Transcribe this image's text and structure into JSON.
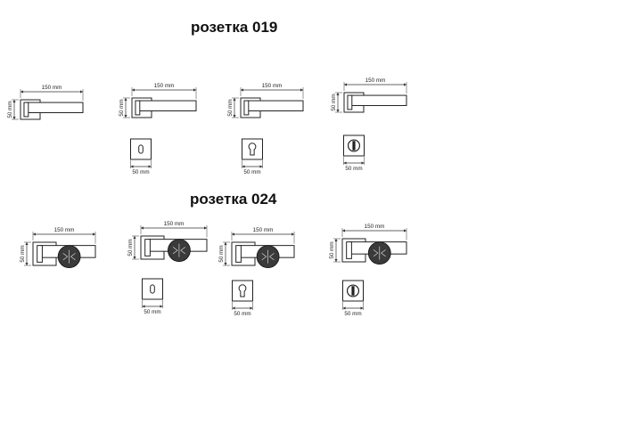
{
  "sections": [
    {
      "title": "розетка 019"
    },
    {
      "title": "розетка 024"
    }
  ],
  "dimensions": {
    "handle_length": "150 mm",
    "rosette_size": "50 mm"
  },
  "colors": {
    "line": "#222222",
    "dim_line": "#333333",
    "disc_fill": "#3a3a3a",
    "disc_mark": "#d8d8d8"
  },
  "items": [
    {
      "section": 1,
      "rosette": "none"
    },
    {
      "section": 1,
      "rosette": "keyhole"
    },
    {
      "section": 1,
      "rosette": "euro-cylinder"
    },
    {
      "section": 1,
      "rosette": "wc-turn"
    },
    {
      "section": 2,
      "rosette": "none"
    },
    {
      "section": 2,
      "rosette": "keyhole"
    },
    {
      "section": 2,
      "rosette": "euro-cylinder"
    },
    {
      "section": 2,
      "rosette": "wc-turn"
    }
  ]
}
